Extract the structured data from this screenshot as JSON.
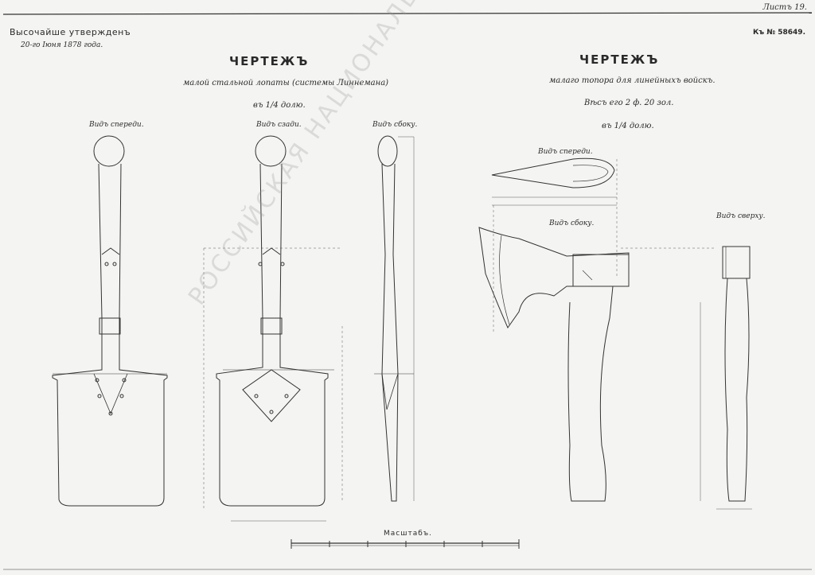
{
  "header": {
    "sheet_number": "Листъ 19.",
    "approved_line1": "Высочайше утвержденъ",
    "approved_line2": "20-го Iюня 1878 года.",
    "doc_number": "Къ № 58649."
  },
  "shovel": {
    "title": "ЧЕРТЕЖЪ",
    "subtitle": "малой стальной лопаты (системы Линнемана)",
    "scale": "въ 1/4 долю.",
    "views": {
      "front": "Видъ спереди.",
      "back": "Видъ сзади.",
      "side": "Видъ сбоку."
    }
  },
  "axe": {
    "title": "ЧЕРТЕЖЪ",
    "subtitle": "малаго топора для линейныхъ войскъ.",
    "weight": "Вѣсъ его 2 ф. 20 зол.",
    "scale": "въ 1/4 долю.",
    "views": {
      "front": "Видъ спереди.",
      "side": "Видъ сбоку.",
      "top": "Видъ сверху."
    }
  },
  "footer": {
    "scale_label": "Масштабъ."
  },
  "watermark": "РОССИЙСКАЯ НАЦИОНАЛЬНАЯ БИБЛИОТЕКА"
}
